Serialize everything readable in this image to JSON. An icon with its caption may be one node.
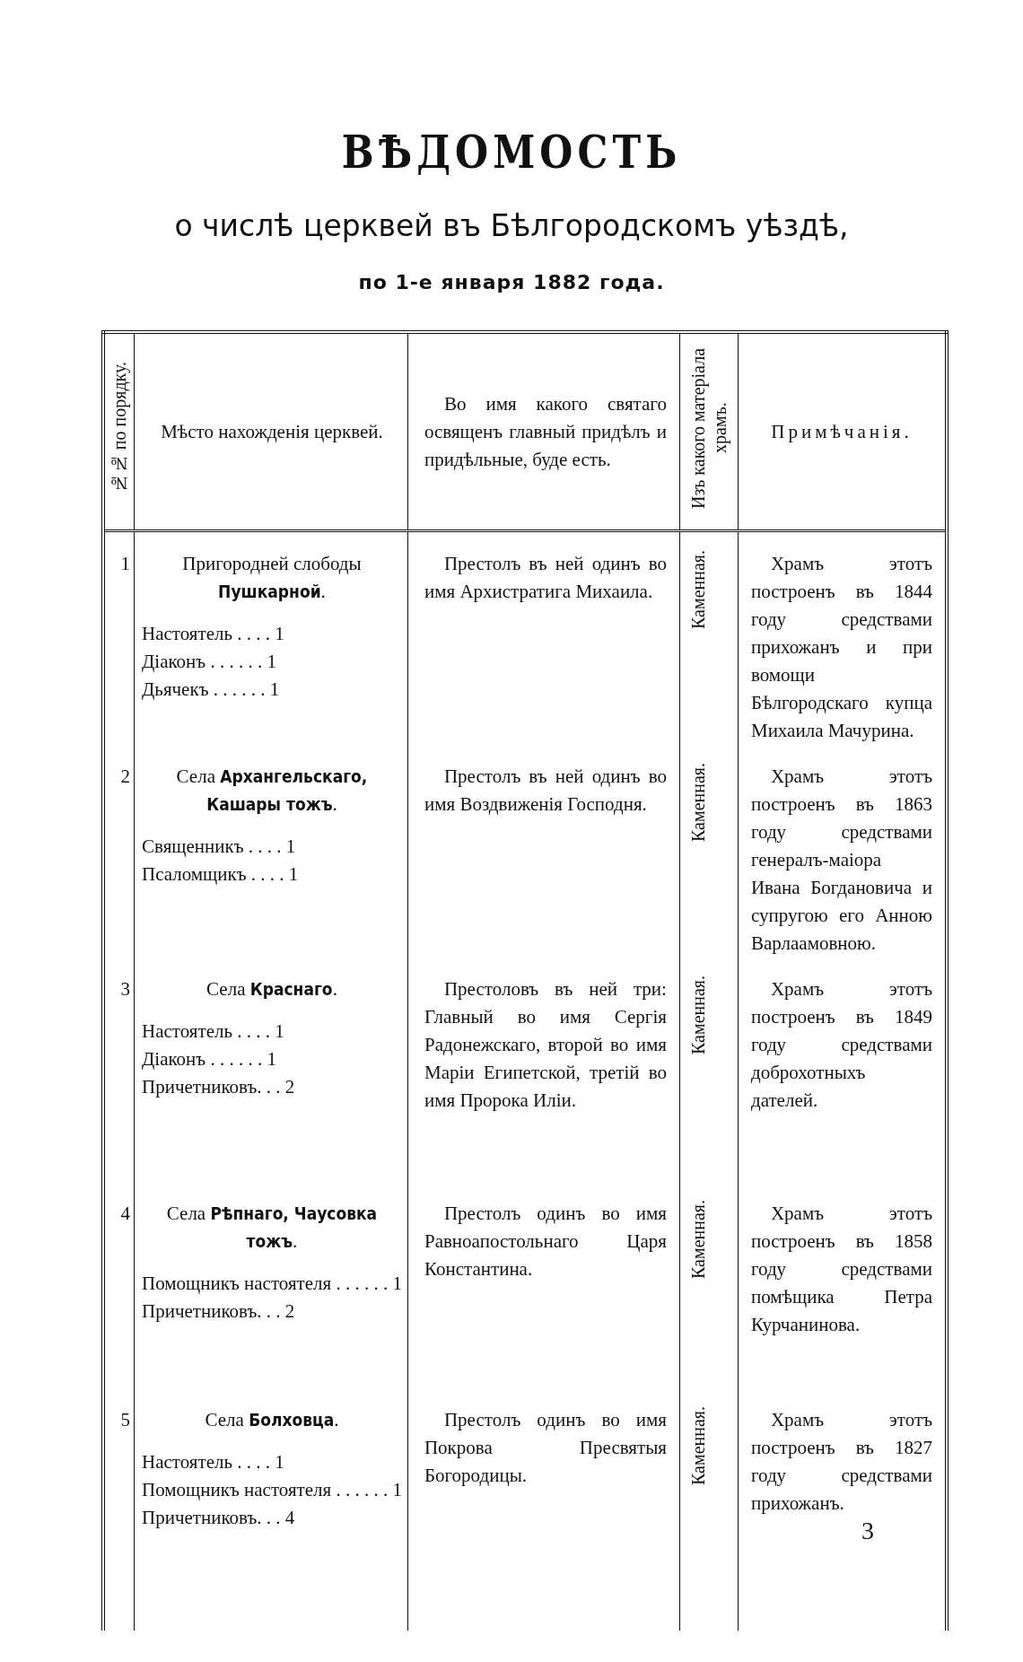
{
  "diagram": {
    "title": "ВѢДОМОСТЬ",
    "labels": [
      "о числѣ церквей въ Бѣлгородскомъ уѣздѣ,",
      "по 1-е января 1882 года.",
      "№№ по порядку.",
      "Мѣсто нахожденія церквей.",
      "Во имя какого святаго освященъ главный придѣлъ и придѣльные, буде есть.",
      "Изъ какого матеріала храмъ.",
      "Примѣчанія.",
      "1",
      "Пригородней слободы **Пушкарной**.",
      "Настоятель . . . . 1",
      "Діаконъ . . . . . . 1",
      "Дьячекъ . . . . . . 1",
      "Престолъ въ ней одинъ во имя Архистратига Михаила.",
      "Каменная.",
      "Храмъ этотъ построенъ въ 1844 году средствами прихожанъ и при вомощи Бѣлгородскаго купца Михаила Мачурина.",
      "2",
      "Села **Архангельскаго, Кашары тожъ**.",
      "Священникъ . . . . 1",
      "Псаломщикъ . . . . 1",
      "Престолъ въ ней одинъ во имя Воздвиженія Господня.",
      "Каменная.",
      "Храмъ этотъ построенъ въ 1863 году средствами генералъ-маіора Ивана Богдановича и супругою его Анною Варлаамовною.",
      "3",
      "Села **Краснаго**.",
      "Настоятель . . . . 1",
      "Діаконъ . . . . . . 1",
      "Причетниковъ. . . 2",
      "Престоловъ въ ней три: Главный во имя Сергія Радонежскаго, второй во имя Маріи Египетской, третій во имя Пророка Иліи.",
      "Каменная.",
      "Храмъ этотъ построенъ въ 1849 году средствами доброхотныхъ дателей.",
      "4",
      "Села **Рѣпнаго, Чаусовка тожъ**.",
      "Помощникъ настоятеля . . . . . . 1",
      "Причетниковъ. . . 2",
      "Престолъ одинъ во имя Равноапостольнаго Царя Константина.",
      "Каменная.",
      "Храмъ этотъ построенъ въ 1858 году средствами помѣщика Петра Курчанинова.",
      "5",
      "Села **Болховца**.",
      "Настоятель . . . . 1",
      "Помощникъ настоятеля . . . . . . 1",
      "Причетниковъ. . . 4",
      "Престолъ одинъ во имя Покрова Пресвятыя Богородицы.",
      "Каменная.",
      "Храмъ этотъ построенъ въ 1827 году средствами прихожанъ.",
      "3"
    ]
  }
}
